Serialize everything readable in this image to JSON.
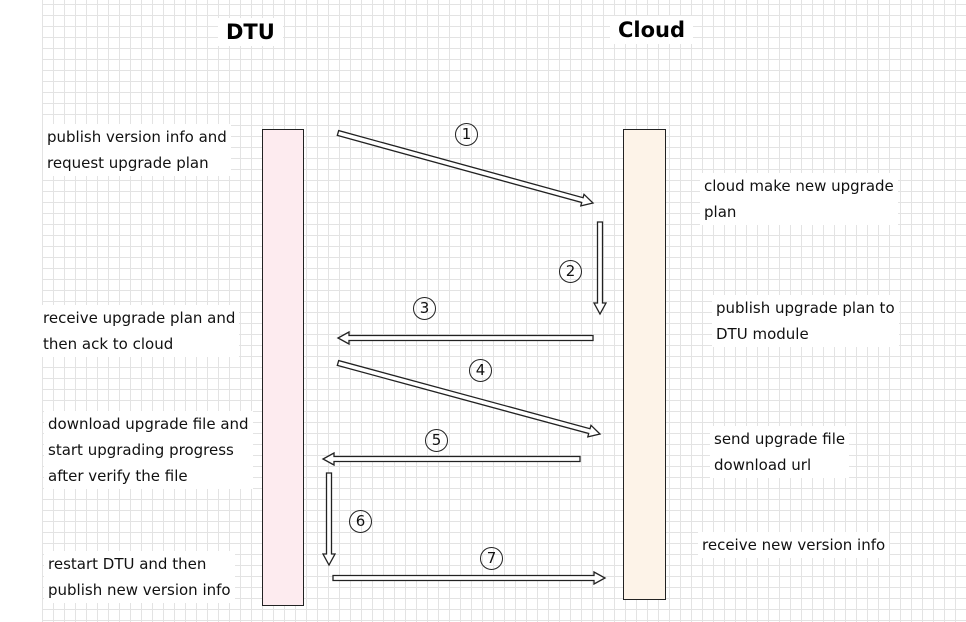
{
  "participants": {
    "dtu": {
      "label": "DTU",
      "fill": "#fdebef"
    },
    "cloud": {
      "label": "Cloud",
      "fill": "#fdf3e8"
    }
  },
  "steps": [
    {
      "number": "1",
      "from": "DTU",
      "to": "Cloud"
    },
    {
      "number": "2",
      "from": "Cloud",
      "to": "Cloud"
    },
    {
      "number": "3",
      "from": "Cloud",
      "to": "DTU"
    },
    {
      "number": "4",
      "from": "DTU",
      "to": "Cloud"
    },
    {
      "number": "5",
      "from": "Cloud",
      "to": "DTU"
    },
    {
      "number": "6",
      "from": "DTU",
      "to": "DTU"
    },
    {
      "number": "7",
      "from": "DTU",
      "to": "Cloud"
    }
  ],
  "notes": {
    "dtu": [
      {
        "line1": "publish version info and",
        "line2": "request upgrade plan"
      },
      {
        "line1": "receive upgrade plan and",
        "line2": "then ack to cloud"
      },
      {
        "line1": "download upgrade file and",
        "line2": "start upgrading progress",
        "line3": "after verify the file"
      },
      {
        "line1": "restart DTU and then",
        "line2": "publish new version info"
      }
    ],
    "cloud": [
      {
        "line1": "cloud make new upgrade",
        "line2": "plan"
      },
      {
        "line1": "publish upgrade plan to",
        "line2": "DTU module"
      },
      {
        "line1": "send upgrade file",
        "line2": "download url"
      },
      {
        "line1": "receive new version info"
      }
    ]
  }
}
